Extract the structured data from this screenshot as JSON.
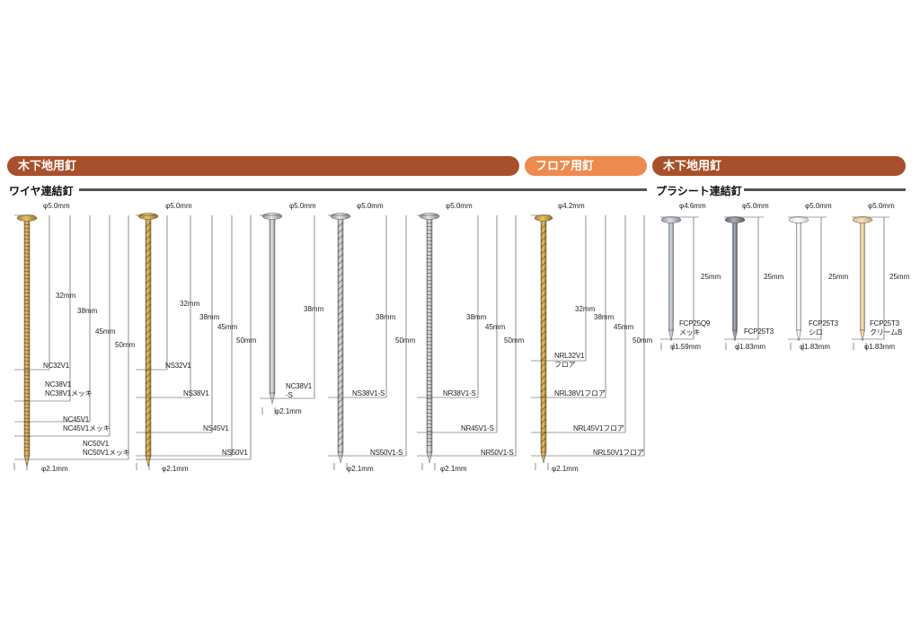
{
  "banners": {
    "wood_base_left": "木下地用釘",
    "floor": "フロア用釘",
    "wood_base_right": "木下地用釘"
  },
  "subtitles": {
    "wire": "ワイヤ連結釘",
    "plastic": "プラシート連結釘"
  },
  "colors": {
    "banner_brown": "#a8502b",
    "banner_orange": "#ee8a4e",
    "rule_gray": "#555555"
  },
  "groups": [
    {
      "head_dia": "φ5.0mm",
      "shank_dia": "φ2.1mm",
      "lengths": [
        "32mm",
        "38mm",
        "45mm",
        "50mm"
      ],
      "labels": [
        "NC32V1",
        "NC38V1\nNC38V1メッキ",
        "NC45V1\nNC45V1メッキ",
        "NC50V1\nNC50V1メッキ"
      ]
    },
    {
      "head_dia": "φ5.0mm",
      "shank_dia": "φ2.1mm",
      "lengths": [
        "32mm",
        "38mm",
        "45mm",
        "50mm"
      ],
      "labels": [
        "NS32V1",
        "NS38V1",
        "NS45V1",
        "NS50V1"
      ]
    },
    {
      "head_dia": "φ5.0mm",
      "shank_dia": "φ2.1mm",
      "lengths": [
        "38mm"
      ],
      "labels": [
        "NC38V1\n-S"
      ]
    },
    {
      "head_dia": "φ5.0mm",
      "shank_dia": "φ2.1mm",
      "lengths": [
        "38mm",
        "50mm"
      ],
      "labels": [
        "NS38V1-S",
        "NS50V1-S"
      ]
    },
    {
      "head_dia": "φ5.0mm",
      "shank_dia": "φ2.1mm",
      "lengths": [
        "38mm",
        "45mm",
        "50mm"
      ],
      "labels": [
        "NR38V1-S",
        "NR45V1-S",
        "NR50V1-S"
      ]
    },
    {
      "head_dia": "φ4.2mm",
      "shank_dia": "φ2.1mm",
      "lengths": [
        "32mm",
        "38mm",
        "45mm",
        "50mm"
      ],
      "labels": [
        "NRL32V1\nフロア",
        "NRL38V1フロア",
        "NRL45V1フロア",
        "NRL50V1フロア"
      ]
    },
    {
      "head_dia": "φ4.6mm",
      "shank_dia": "φ1.59mm",
      "length": "25mm",
      "label": "FCP25Q9\nメッキ"
    },
    {
      "head_dia": "φ5.0mm",
      "shank_dia": "φ1.83mm",
      "length": "25mm",
      "label": "FCP25T3"
    },
    {
      "head_dia": "φ5.0mm",
      "shank_dia": "φ1.83mm",
      "length": "25mm",
      "label": "FCP25T3\nシロ"
    },
    {
      "head_dia": "φ5.0mm",
      "shank_dia": "φ1.83mm",
      "length": "25mm",
      "label": "FCP25T3\nクリームB"
    }
  ]
}
